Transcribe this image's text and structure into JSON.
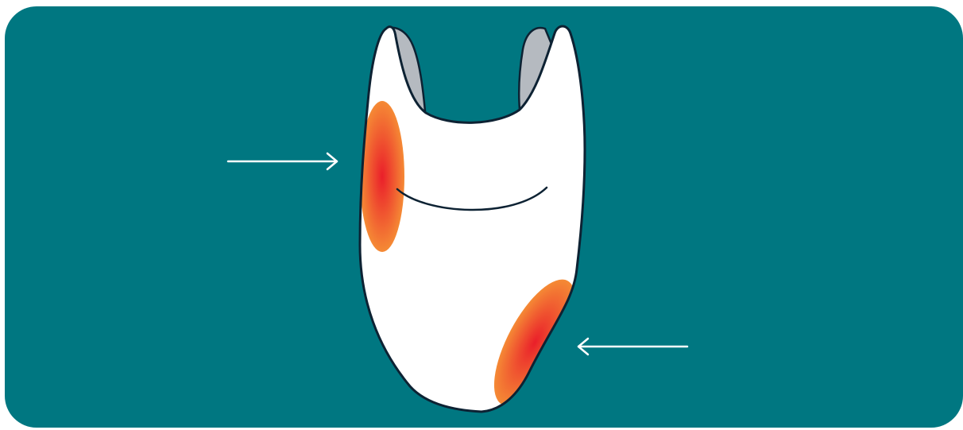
{
  "illustration": {
    "subject": "swimsuit",
    "colors": {
      "background": "#007781",
      "garment": "#ffffff",
      "outline": "#0d2233",
      "strap_lining": "#b5bac0",
      "hotspot_center": "#ea1f2a",
      "hotspot_edge": "#f58a35",
      "arrow": "#ffffff"
    },
    "markers": [
      {
        "name": "hotspot-side-chest",
        "icon": "chafing-hotspot"
      },
      {
        "name": "hotspot-hip",
        "icon": "chafing-hotspot"
      }
    ],
    "arrows": [
      {
        "name": "arrow-right-icon",
        "direction": "right"
      },
      {
        "name": "arrow-left-icon",
        "direction": "left"
      }
    ]
  }
}
